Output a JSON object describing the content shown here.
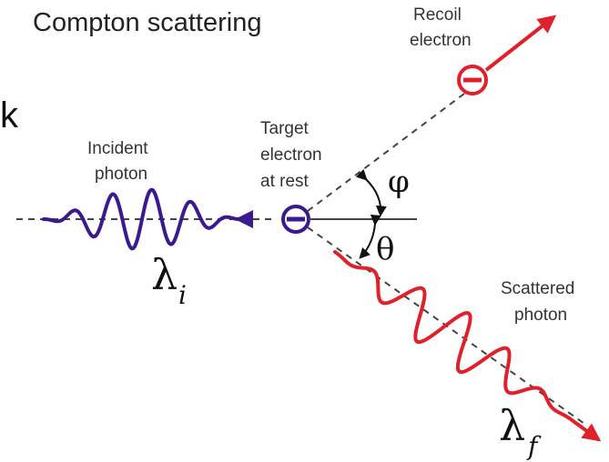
{
  "title": "Compton scattering",
  "labels": {
    "recoil_line1": "Recoil",
    "recoil_line2": "electron",
    "target_line1": "Target",
    "target_line2": "electron",
    "target_line3": "at rest",
    "incident_line1": "Incident",
    "incident_line2": "photon",
    "scattered_line1": "Scattered",
    "scattered_line2": "photon",
    "phi": "φ",
    "theta": "θ",
    "lambda_i_symbol": "λ",
    "lambda_i_sub": "i",
    "lambda_f_symbol": "λ",
    "lambda_f_sub": "f",
    "edge_fragment": "k"
  },
  "colors": {
    "incident_wave": "#3b1a8f",
    "scattered_wave": "#e0202a",
    "recoil": "#e0202a",
    "target_electron": "#3b1a8f",
    "dashed": "#444444",
    "axis": "#444444"
  }
}
